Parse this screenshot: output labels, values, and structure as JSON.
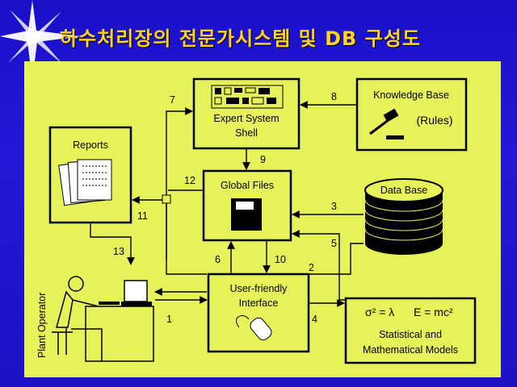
{
  "slide": {
    "title": "하수처리장의 전문가시스템 및 DB 구성도",
    "colors": {
      "background": "#1f14cf",
      "title": "#ffd21e",
      "panel": "#e6f25a"
    }
  },
  "diagram": {
    "boxes": {
      "expert_shell": {
        "line1": "Expert System",
        "line2": "Shell"
      },
      "knowledge_base": {
        "line1": "Knowledge Base",
        "line2": "(Rules)"
      },
      "reports": {
        "label": "Reports"
      },
      "global_files": {
        "label": "Global Files"
      },
      "data_base": {
        "label": "Data Base"
      },
      "ui": {
        "line1": "User-friendly",
        "line2": "Interface"
      },
      "models": {
        "formula1": "σ² = λ",
        "formula2": "E = mc²",
        "line1": "Statistical and",
        "line2": "Mathematical Models"
      }
    },
    "operator_label": "Plant Operator",
    "flows": {
      "f1": "1",
      "f2": "2",
      "f3": "3",
      "f4": "4",
      "f5": "5",
      "f6": "6",
      "f7": "7",
      "f8": "8",
      "f9": "9",
      "f10": "10",
      "f11": "11",
      "f12": "12",
      "f13": "13"
    }
  }
}
